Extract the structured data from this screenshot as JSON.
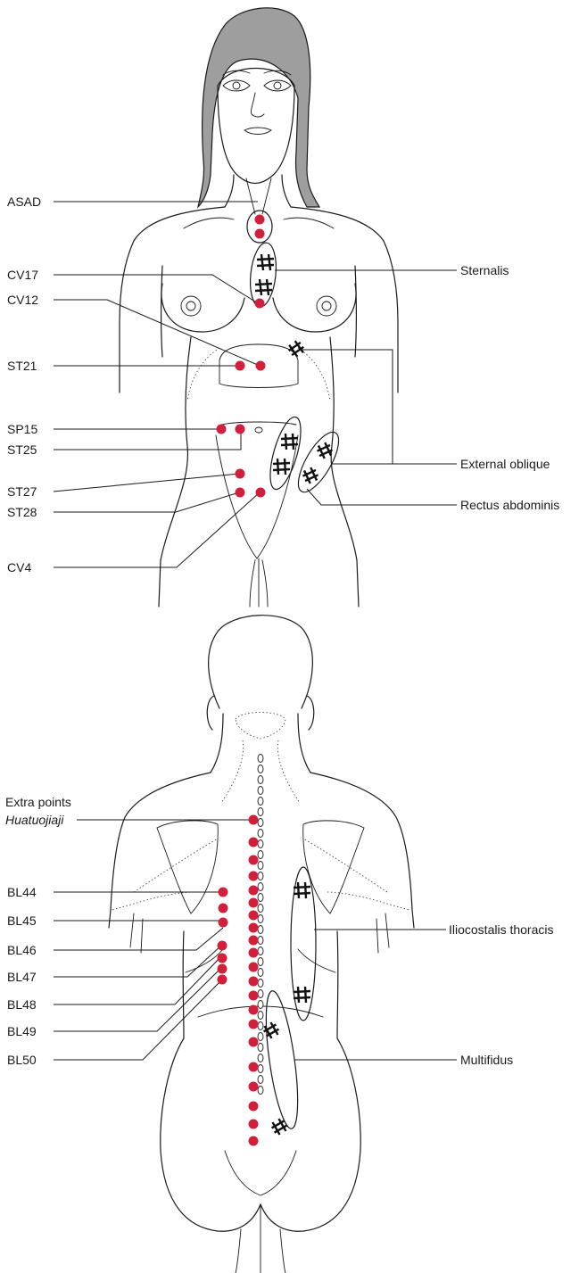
{
  "colors": {
    "point": "#d11f3c",
    "line": "#1a1a1a",
    "hair": "#9e9e9e"
  },
  "front": {
    "labels": {
      "asad": "ASAD",
      "cv17": "CV17",
      "cv12": "CV12",
      "st21": "ST21",
      "sp15": "SP15",
      "st25": "ST25",
      "st27": "ST27",
      "st28": "ST28",
      "cv4": "CV4",
      "sternalis": "Sternalis",
      "external_oblique": "External oblique",
      "rectus_abdominis": "Rectus abdominis"
    }
  },
  "back": {
    "labels": {
      "extra_points_line1": "Extra points",
      "extra_points_line2": "Huatuojiaji",
      "bl44": "BL44",
      "bl45": "BL45",
      "bl46": "BL46",
      "bl47": "BL47",
      "bl48": "BL48",
      "bl49": "BL49",
      "bl50": "BL50",
      "iliocostalis_thoracis": "Iliocostalis thoracis",
      "multifidus": "Multifidus"
    }
  }
}
